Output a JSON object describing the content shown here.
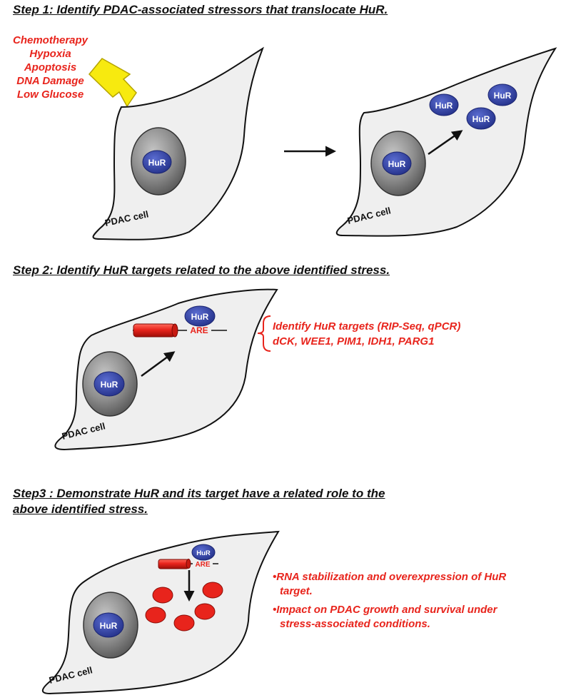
{
  "step1": {
    "title": "Step 1: Identify PDAC-associated stressors that translocate HuR.",
    "stressors": [
      "Chemotherapy",
      "Hypoxia",
      "Apoptosis",
      "DNA Damage",
      "Low Glucose"
    ],
    "cell_label": "PDAC cell",
    "protein_label": "HuR"
  },
  "step2": {
    "title": "Step 2: Identify HuR targets related to the above identified stress.",
    "cell_label": "PDAC cell",
    "protein_label": "HuR",
    "element_label": "ARE",
    "targets_line1": "Identify HuR targets (RIP-Seq, qPCR)",
    "targets_line2": "dCK, WEE1, PIM1, IDH1, PARG1"
  },
  "step3": {
    "title_line1": "Step3 : Demonstrate HuR and its target have a related role to the",
    "title_line2": "above identified stress.",
    "cell_label": "PDAC cell",
    "protein_label": "HuR",
    "element_label": "ARE",
    "outcomes": [
      "RNA stabilization and overexpression of HuR target.",
      "Impact on PDAC growth and survival under stress-associated conditions."
    ]
  },
  "colors": {
    "text_red": "#e8241c",
    "hur_blue": "#2f3f9e",
    "cell_fill": "#efefef",
    "nucleus_gray": "#8c8c8c",
    "lightning_yellow": "#f7ea0f",
    "target_red": "#e8241c"
  }
}
